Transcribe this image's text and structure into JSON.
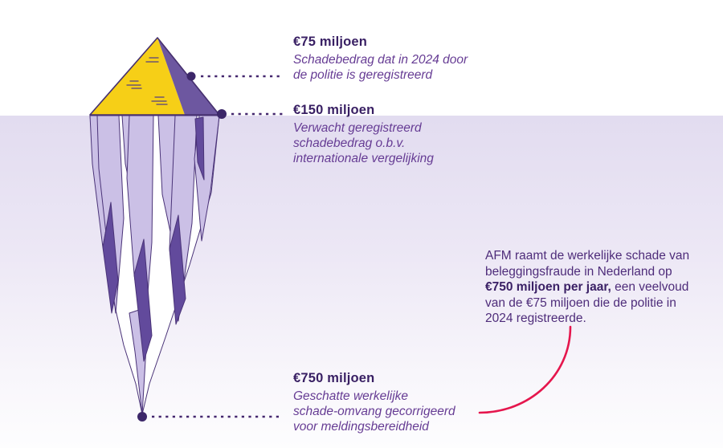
{
  "annotations": [
    {
      "amount": "€75 miljoen",
      "lines": [
        "Schadebedrag dat in 2024 door",
        "de politie is geregistreerd"
      ]
    },
    {
      "amount": "€150 miljoen",
      "lines": [
        "Verwacht geregistreerd",
        "schadebedrag o.b.v.",
        "internationale vergelijking"
      ]
    },
    {
      "amount": "€750 miljoen",
      "lines": [
        "Geschatte werkelijke",
        "schade-omvang gecorrigeerd",
        "voor meldingsbereidheid"
      ]
    }
  ],
  "callout": {
    "pre": "AFM raamt de werkelijke schade van beleggingsfraude in Nederland op ",
    "bold": "€750 miljoen per jaar,",
    "post": " een veelvoud van de €75 miljoen die de politie in 2024 registreerde."
  },
  "values": {
    "police_registered_2024_eur_mln": 75,
    "expected_registered_international_eur_mln": 150,
    "estimated_actual_damage_eur_mln": 750
  },
  "colors": {
    "ice_yellow": "#f6cf17",
    "ice_dark_face": "#6d57a0",
    "ice_light": "#cbc0e6",
    "ice_dark_shard": "#624a9c",
    "dot": "#3c2769",
    "dotted_line": "#44276e",
    "red_accent": "#e5164d",
    "water_top": "#e2dcf0",
    "water_bottom": "#fdfdfe",
    "heading_text": "#381f63",
    "italic_text": "#663c94",
    "paragraph_text": "#4e2c7a"
  },
  "icons": {
    "banknote_stack": "money-stack-icon",
    "marker_dot": "marker-dot-icon"
  }
}
